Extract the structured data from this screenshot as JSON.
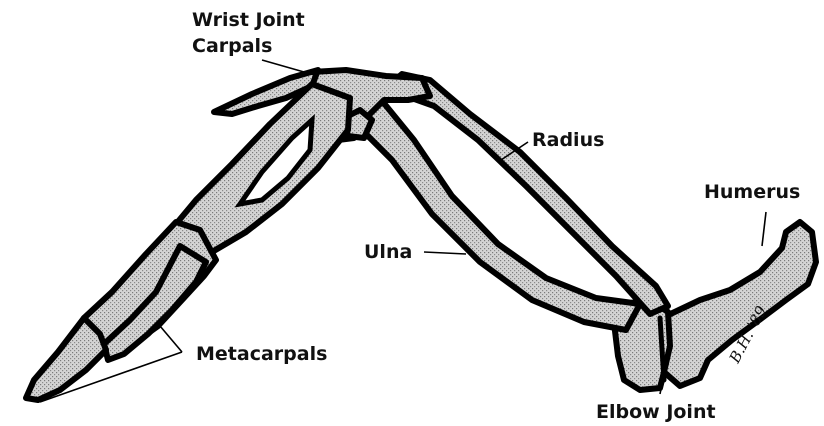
{
  "labels": {
    "wrist_joint": "Wrist Joint",
    "carpals": "Carpals",
    "radius": "Radius",
    "humerus": "Humerus",
    "ulna": "Ulna",
    "metacarpals": "Metacarpals",
    "elbow_joint": "Elbow Joint"
  },
  "signature": "B.H. '89",
  "colors": {
    "outline": "#000000",
    "bone_fill": "#c8c8c8",
    "background": "#ffffff"
  }
}
